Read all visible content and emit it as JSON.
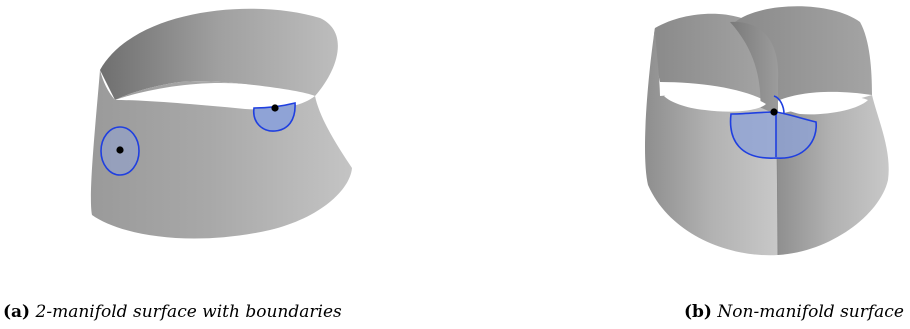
{
  "figure": {
    "panels": [
      {
        "label": "(a)",
        "caption": "2-manifold surface with boundaries"
      },
      {
        "label": "(b)",
        "caption": "Non-manifold surface"
      }
    ]
  },
  "colors": {
    "surface_light": "#c2c2c2",
    "surface_dark": "#7c7c7c",
    "neighborhood_fill": "#8fa3d6",
    "neighborhood_stroke": "#1f3fe0",
    "point": "#000000"
  }
}
